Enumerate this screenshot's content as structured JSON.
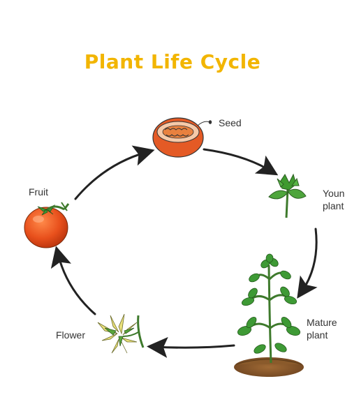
{
  "title": "Plant Life Cycle",
  "stages": {
    "seed": "Seed",
    "young_plant": [
      "Young",
      "plant"
    ],
    "mature_plant": [
      "Mature",
      "plant"
    ],
    "flower": "Flower",
    "fruit": "Fruit"
  },
  "colors": {
    "title": "#f2b500",
    "arrows": "#222222",
    "tomato": "#e8501c",
    "leaf": "#3e9a35",
    "soil": "#8a5a2b"
  }
}
